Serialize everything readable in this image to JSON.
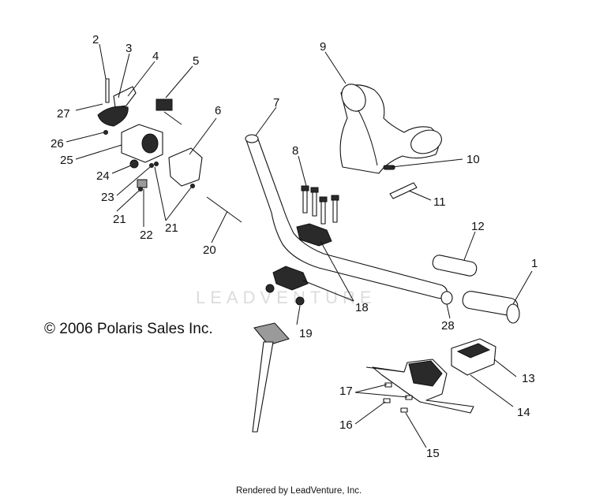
{
  "copyright": "© 2006 Polaris Sales Inc.",
  "footer": "Rendered by LeadVenture, Inc.",
  "watermark": "LEADVENTURE",
  "callouts": [
    "1",
    "2",
    "3",
    "4",
    "5",
    "6",
    "7",
    "8",
    "9",
    "10",
    "11",
    "12",
    "13",
    "14",
    "15",
    "16",
    "17",
    "18",
    "19",
    "20",
    "21",
    "21",
    "22",
    "23",
    "24",
    "25",
    "26",
    "27",
    "28"
  ],
  "colors": {
    "line": "#111111",
    "background": "#ffffff",
    "watermark": "#dcdcdc"
  }
}
